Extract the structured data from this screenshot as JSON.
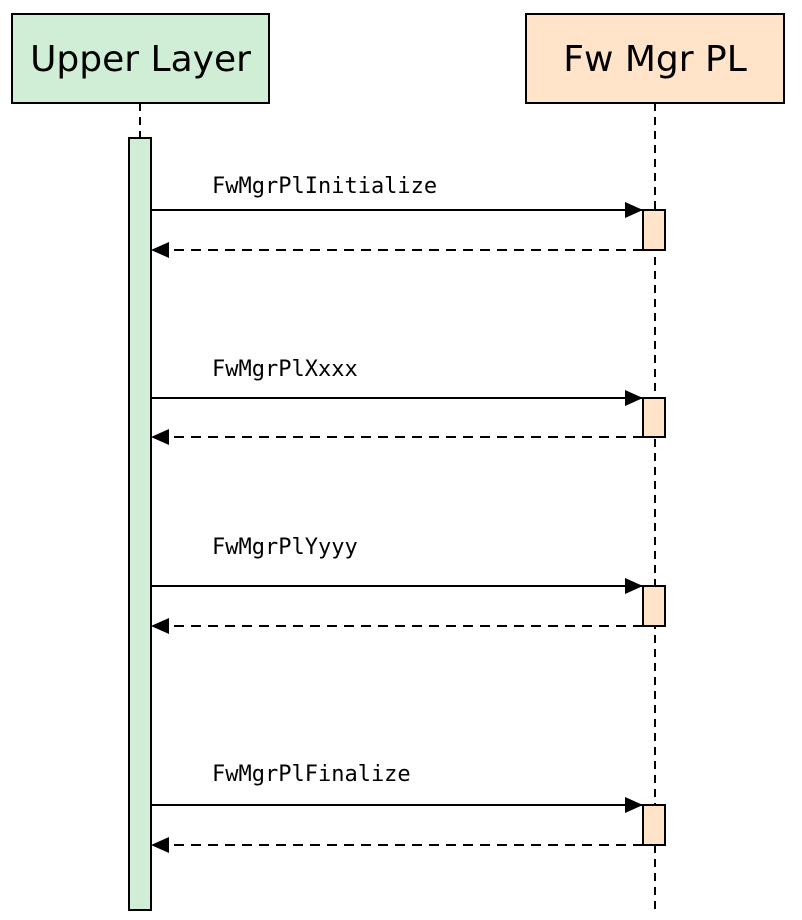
{
  "diagram": {
    "type": "sequence",
    "participants": [
      {
        "id": "upper",
        "label": "Upper Layer",
        "fill": "#d0eed6"
      },
      {
        "id": "fwmgr",
        "label": "Fw Mgr PL",
        "fill": "#ffe4c9"
      }
    ],
    "messages": [
      {
        "label": "FwMgrPlInitialize",
        "from": "upper",
        "to": "fwmgr",
        "has_return": true
      },
      {
        "label": "FwMgrPlXxxx",
        "from": "upper",
        "to": "fwmgr",
        "has_return": true
      },
      {
        "label": "FwMgrPlYyyy",
        "from": "upper",
        "to": "fwmgr",
        "has_return": true
      },
      {
        "label": "FwMgrPlFinalize",
        "from": "upper",
        "to": "fwmgr",
        "has_return": true
      }
    ],
    "colors": {
      "stroke": "#000000",
      "upper_activation": "#d0eed6",
      "fwmgr_activation": "#ffe4c9"
    }
  }
}
